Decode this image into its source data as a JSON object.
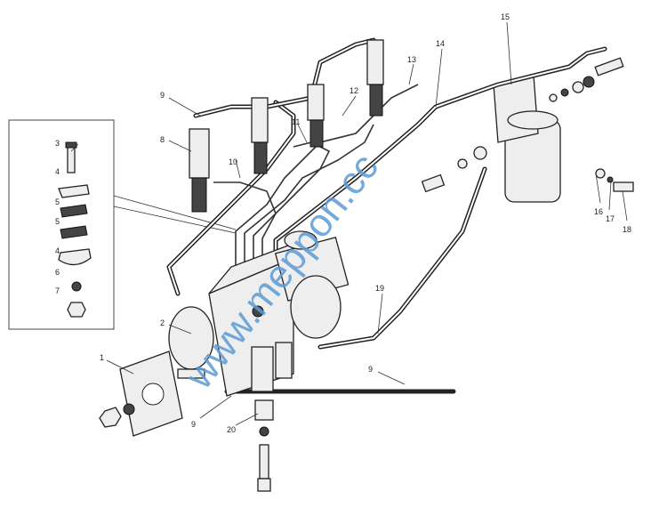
{
  "diagram": {
    "callouts": [
      "1",
      "2",
      "3",
      "4",
      "5",
      "5",
      "4",
      "6",
      "7",
      "8",
      "9",
      "9",
      "9",
      "10",
      "11",
      "12",
      "13",
      "14",
      "15",
      "16",
      "17",
      "18",
      "19",
      "20"
    ],
    "watermark": "www.meppon.cc"
  }
}
